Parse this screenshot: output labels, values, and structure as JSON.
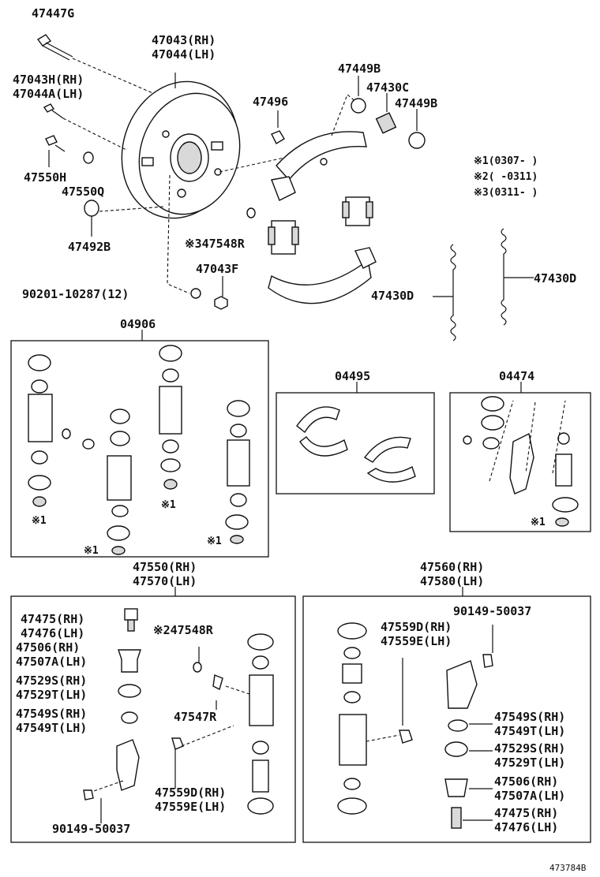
{
  "labels": {
    "p47447G": "47447G",
    "p47043RH": "47043(RH)",
    "p47044LH": "47044(LH)",
    "p47043H": "47043H(RH)",
    "p47044A": "47044A(LH)",
    "p47449B_a": "47449B",
    "p47430C": "47430C",
    "p47449B_b": "47449B",
    "p47496": "47496",
    "p47550H": "47550H",
    "p47550Q": "47550Q",
    "p47492B": "47492B",
    "note1": "※1(0307-    )",
    "note2": "※2(    -0311)",
    "note3": "※3(0311-    )",
    "p47548R_top": "※347548R",
    "p47043F": "47043F",
    "p90201": "90201-10287(12)",
    "p47430D_a": "47430D",
    "p47430D_b": "47430D",
    "kit04906": "04906",
    "kit04495": "04495",
    "kit04474": "04474",
    "star1_a": "※1",
    "star1_b": "※1",
    "star1_c": "※1",
    "star1_d": "※1",
    "star1_e": "※1",
    "p47550RH": "47550(RH)",
    "p47570LH": "47570(LH)",
    "p47560RH": "47560(RH)",
    "p47580LH": "47580(LH)",
    "L_47475": "47475(RH)",
    "L_47476": "47476(LH)",
    "L_47506": "47506(RH)",
    "L_47507A": "47507A(LH)",
    "L_47529S": "47529S(RH)",
    "L_47529T": "47529T(LH)",
    "L_47549S": "47549S(RH)",
    "L_47549T": "47549T(LH)",
    "L_47548R": "※247548R",
    "L_47547R": "47547R",
    "L_47559D": "47559D(RH)",
    "L_47559E": "47559E(LH)",
    "L_90149": "90149-50037",
    "R_90149": "90149-50037",
    "R_47559D": "47559D(RH)",
    "R_47559E": "47559E(LH)",
    "R_47549S": "47549S(RH)",
    "R_47549T": "47549T(LH)",
    "R_47529S": "47529S(RH)",
    "R_47529T": "47529T(LH)",
    "R_47506": "47506(RH)",
    "R_47507A": "47507A(LH)",
    "R_47475": "47475(RH)",
    "R_47476": "47476(LH)",
    "figure_id": "473784B"
  }
}
